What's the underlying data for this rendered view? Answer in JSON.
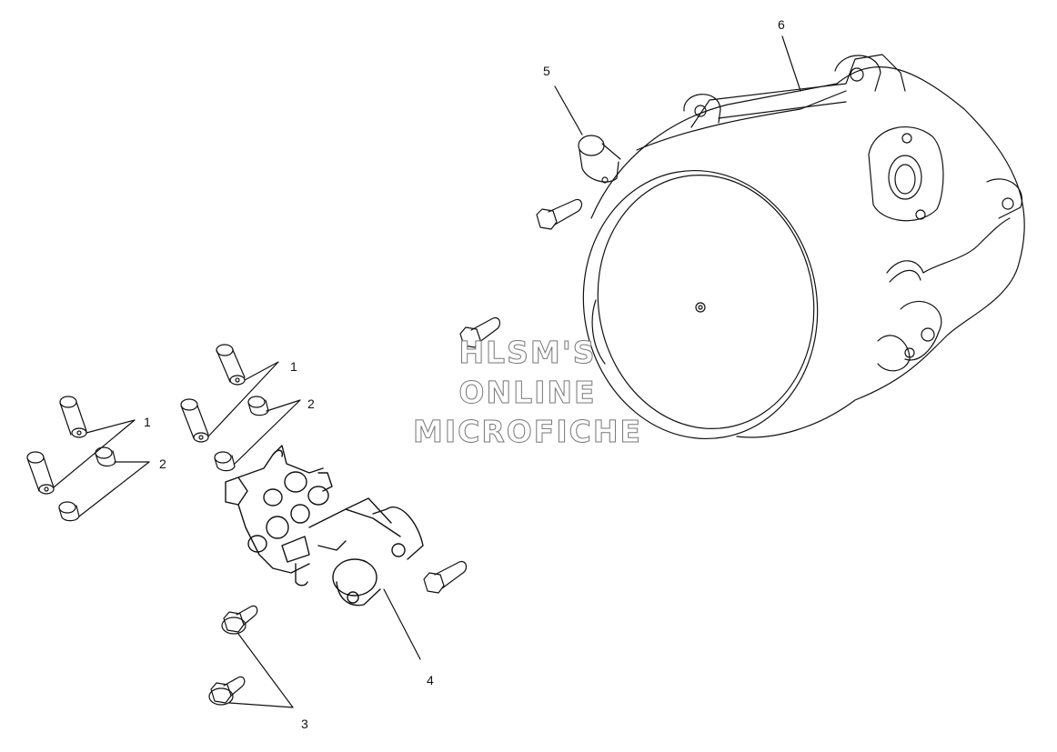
{
  "callouts": {
    "c1_upper": "1",
    "c2_upper": "2",
    "c1_lower": "1",
    "c2_lower": "2",
    "c3": "3",
    "c4": "4",
    "c5": "5",
    "c6": "6"
  },
  "watermark": {
    "line1": "HLSM'S",
    "line2": "ONLINE",
    "line3": "MICROFICHE"
  },
  "colors": {
    "line": "#111111",
    "watermark_outline": "#777777"
  }
}
